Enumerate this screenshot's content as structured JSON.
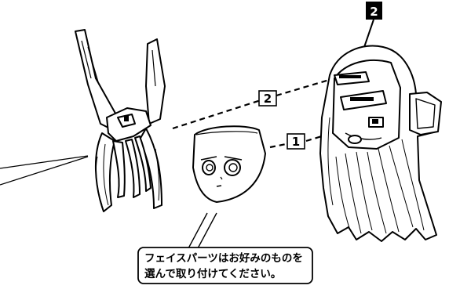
{
  "step": {
    "number": "2"
  },
  "markers": [
    {
      "number": "2"
    },
    {
      "number": "1"
    }
  ],
  "instruction": {
    "line1": "フェイスパーツはお好みのものを",
    "line2": "選んで取り付けてください。"
  },
  "colors": {
    "ink": "#000000",
    "paper": "#ffffff",
    "step_badge": "#000000"
  },
  "icons": {
    "step_badge": "step-number-badge",
    "arrow": "dashed-arrow"
  }
}
